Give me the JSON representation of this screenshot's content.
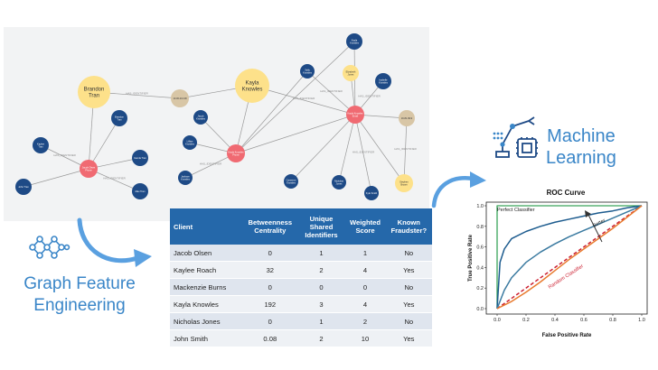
{
  "graph": {
    "nodes": [
      {
        "id": "brandon",
        "label": "Brandon\nTran",
        "type": "client",
        "size": "large"
      },
      {
        "id": "kayla",
        "label": "Kayla\nKnowles",
        "type": "client",
        "size": "large"
      },
      {
        "id": "n_hub1",
        "label": "10.36.213.38",
        "type": "ip",
        "size": "small"
      },
      {
        "id": "n_hub2",
        "label": "16.81.99.9",
        "type": "ip",
        "size": "small"
      },
      {
        "id": "n_fraud1",
        "label": "Jacob Olsen\nPhone",
        "type": "fraud",
        "size": "small"
      },
      {
        "id": "n_fraud2",
        "label": "Kayla Knowles\nPhone",
        "type": "fraud",
        "size": "small"
      },
      {
        "id": "n_fraud3",
        "label": "Kayla Knowles\nEmail",
        "type": "fraud",
        "size": "small"
      },
      {
        "id": "n_b1",
        "label": "Brandon\nTran",
        "type": "identifier",
        "size": "small"
      },
      {
        "id": "n_b2",
        "label": "Kaylee\nTran",
        "type": "identifier",
        "size": "small"
      },
      {
        "id": "n_b3",
        "label": "Gamla Tran",
        "type": "identifier",
        "size": "small"
      },
      {
        "id": "n_b4",
        "label": "John Tran",
        "type": "identifier",
        "size": "small"
      },
      {
        "id": "n_b5",
        "label": "Max Tran",
        "type": "identifier",
        "size": "small"
      },
      {
        "id": "n_k1",
        "label": "Jacob\nKnowles",
        "type": "identifier",
        "size": "small"
      },
      {
        "id": "n_k2",
        "label": "Lillian\nKnowles",
        "type": "identifier",
        "size": "small"
      },
      {
        "id": "n_k3",
        "label": "Jackson\nKnowles",
        "type": "identifier",
        "size": "small"
      },
      {
        "id": "n_k4",
        "label": "Sally\nKnowles",
        "type": "identifier",
        "size": "small"
      },
      {
        "id": "n_k5",
        "label": "Kayla\nKnowles",
        "type": "identifier",
        "size": "small"
      },
      {
        "id": "n_k6",
        "label": "Isabelle\nKnowles",
        "type": "identifier",
        "size": "small"
      },
      {
        "id": "n_k7",
        "label": "Cameron\nKnowles",
        "type": "identifier",
        "size": "small"
      },
      {
        "id": "n_k8",
        "label": "Nicholas\nJones",
        "type": "identifier",
        "size": "small"
      },
      {
        "id": "n_k9",
        "label": "Kyle Smith",
        "type": "identifier",
        "size": "small"
      },
      {
        "id": "n_k10",
        "label": "Molly Rivera",
        "type": "identifier",
        "size": "small"
      },
      {
        "id": "n_c1",
        "label": "Elizabeth\nJones",
        "type": "client",
        "size": "small"
      },
      {
        "id": "n_c2",
        "label": "Stephen\nBrown",
        "type": "client",
        "size": "small"
      }
    ],
    "edge_label": "HAS_IDENTIFIER",
    "colors": {
      "client": "#fde18a",
      "identifier": "#1e4a86",
      "fraud": "#f06a72",
      "ip": "#d8c6a6",
      "edge": "#9a9a9a"
    }
  },
  "left_title": {
    "line1": "Graph Feature",
    "line2": "Engineering",
    "color": "#3a86c8"
  },
  "right_title": {
    "line1": "Machine",
    "line2": "Learning",
    "color": "#3a86c8"
  },
  "table": {
    "headers": [
      "Client",
      "Betweenness Centrality",
      "Unique Shared Identifiers",
      "Weighted Score",
      "Known Fraudster?"
    ],
    "rows": [
      [
        "Jacob Olsen",
        "0",
        "1",
        "1",
        "No"
      ],
      [
        "Kaylee Roach",
        "32",
        "2",
        "4",
        "Yes"
      ],
      [
        "Mackenzie Burns",
        "0",
        "0",
        "0",
        "No"
      ],
      [
        "Kayla Knowles",
        "192",
        "3",
        "4",
        "Yes"
      ],
      [
        "Nicholas Jones",
        "0",
        "1",
        "2",
        "No"
      ],
      [
        "John Smith",
        "0.08",
        "2",
        "10",
        "Yes"
      ]
    ]
  },
  "chart_data": {
    "type": "line",
    "title": "ROC Curve",
    "xlabel": "False Positive Rate",
    "ylabel": "True Positive Rate",
    "xlim": [
      0,
      1.0
    ],
    "ylim": [
      0,
      1.0
    ],
    "xticks": [
      "0.0",
      "0.2",
      "0.4",
      "0.6",
      "0.8",
      "1.0"
    ],
    "yticks": [
      "0.0",
      "0.2",
      "0.4",
      "0.6",
      "0.8",
      "1.0"
    ],
    "grid": false,
    "annotations": [
      "Perfect Classifier",
      "Better",
      "Random Classifier"
    ],
    "series": [
      {
        "role": "perfect",
        "color": "#3aa45a",
        "x": [
          0,
          0,
          1
        ],
        "y": [
          0,
          1,
          1
        ]
      },
      {
        "role": "random",
        "color": "#cc2233",
        "dash": true,
        "x": [
          0,
          1
        ],
        "y": [
          0,
          1
        ]
      },
      {
        "role": "model-1",
        "color": "#1c5b8e",
        "x": [
          0,
          0.02,
          0.05,
          0.1,
          0.2,
          0.3,
          0.4,
          0.5,
          0.6,
          0.7,
          0.8,
          0.9,
          1.0
        ],
        "y": [
          0,
          0.45,
          0.58,
          0.68,
          0.75,
          0.8,
          0.84,
          0.87,
          0.9,
          0.93,
          0.95,
          0.98,
          1.0
        ]
      },
      {
        "role": "model-2",
        "color": "#3a7aa0",
        "x": [
          0,
          0.05,
          0.1,
          0.2,
          0.3,
          0.4,
          0.5,
          0.6,
          0.7,
          0.8,
          0.9,
          1.0
        ],
        "y": [
          0,
          0.18,
          0.3,
          0.45,
          0.55,
          0.63,
          0.7,
          0.76,
          0.82,
          0.88,
          0.94,
          1.0
        ]
      },
      {
        "role": "model-3",
        "color": "#e87a2e",
        "x": [
          0,
          0.1,
          0.2,
          0.3,
          0.4,
          0.5,
          0.6,
          0.7,
          0.8,
          0.9,
          1.0
        ],
        "y": [
          0,
          0.07,
          0.16,
          0.26,
          0.37,
          0.48,
          0.58,
          0.68,
          0.78,
          0.89,
          1.0
        ]
      }
    ]
  },
  "icons": {
    "graph": "network-icon",
    "ml": "robot-arm-chip-icon",
    "arrow1": "curved-arrow-icon",
    "arrow2": "curved-arrow-icon"
  }
}
